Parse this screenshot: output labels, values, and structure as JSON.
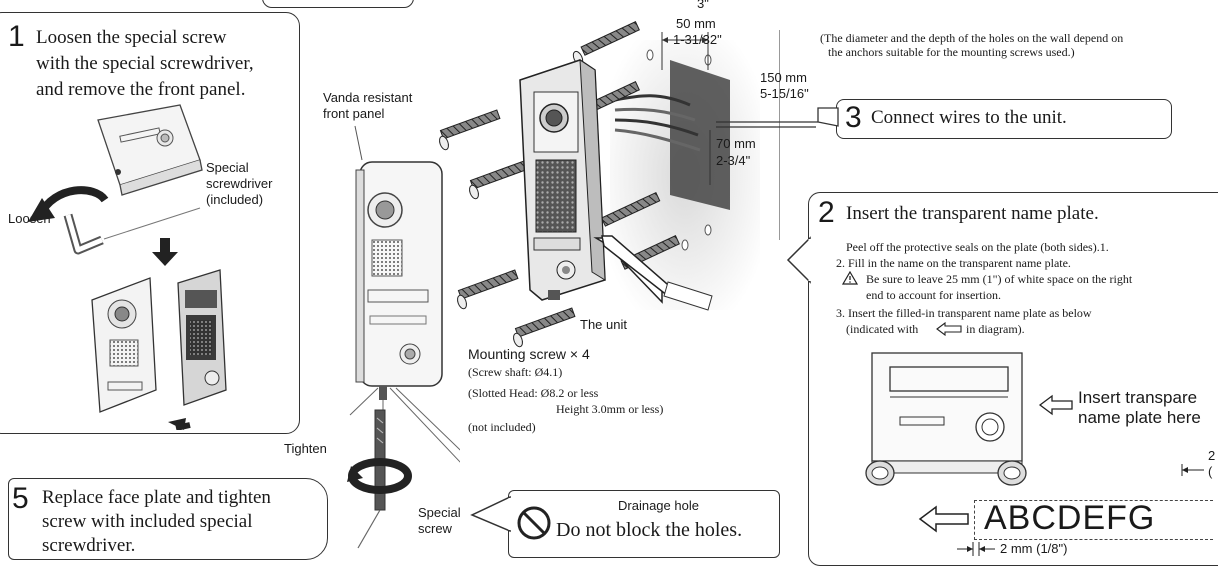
{
  "step1": {
    "number": "1",
    "line1": "Loosen the special screw",
    "line2": "with the special screwdriver,",
    "line3": "and remove the front panel.",
    "loosen_label": "Loosen",
    "screwdriver_label1": "Special",
    "screwdriver_label2": "screwdriver",
    "screwdriver_label3": "(included)"
  },
  "front_panel": {
    "label1": "Vanda resistant",
    "label2": "front panel"
  },
  "dimensions": {
    "d50_mm": "50 mm",
    "d50_in": "1-31/32\"",
    "d_top_in": "3\"",
    "d150_mm": "150 mm",
    "d150_in": "5-15/16\"",
    "d70_mm": "70 mm",
    "d70_in": "2-3/4\"",
    "note_line1": "(The diameter and the depth of the holes on the wall depend on",
    "note_line2": "the anchors suitable for the mounting screws used.)"
  },
  "step3": {
    "number": "3",
    "text": "Connect wires to the unit."
  },
  "unit_label": "The unit",
  "mounting": {
    "title": "Mounting screw × 4",
    "shaft": "(Screw shaft: Ø4.1)",
    "head": "(Slotted Head: Ø8.2 or less",
    "height": "Height 3.0mm or less)",
    "not_included": "(not included)"
  },
  "step2": {
    "number": "2",
    "title": "Insert the transparent name plate.",
    "item1": "Peel off the protective seals on the plate (both sides).1.",
    "item2": "2. Fill in the name on the transparent name plate.",
    "warn1": "Be sure to leave 25 mm (1\") of white space on the right",
    "warn2": "end to account for insertion.",
    "item3": "3. Insert the filled-in transparent name plate as below",
    "item3b": "(indicated with",
    "item3c": "in diagram).",
    "insert_label1": "Insert transpare",
    "insert_label2": "name plate here",
    "right_num": "2",
    "right_paren": "(",
    "sample_name": "ABCDEFG",
    "gap_label": "2 mm (1/8\")"
  },
  "tighten_label": "Tighten",
  "special_screw1": "Special",
  "special_screw2": "screw",
  "step5": {
    "number": "5",
    "line1": "Replace face plate and tighten",
    "line2": "screw with included special",
    "line3": "screwdriver."
  },
  "drainage": {
    "title": "Drainage hole",
    "text": "Do not block the holes."
  }
}
